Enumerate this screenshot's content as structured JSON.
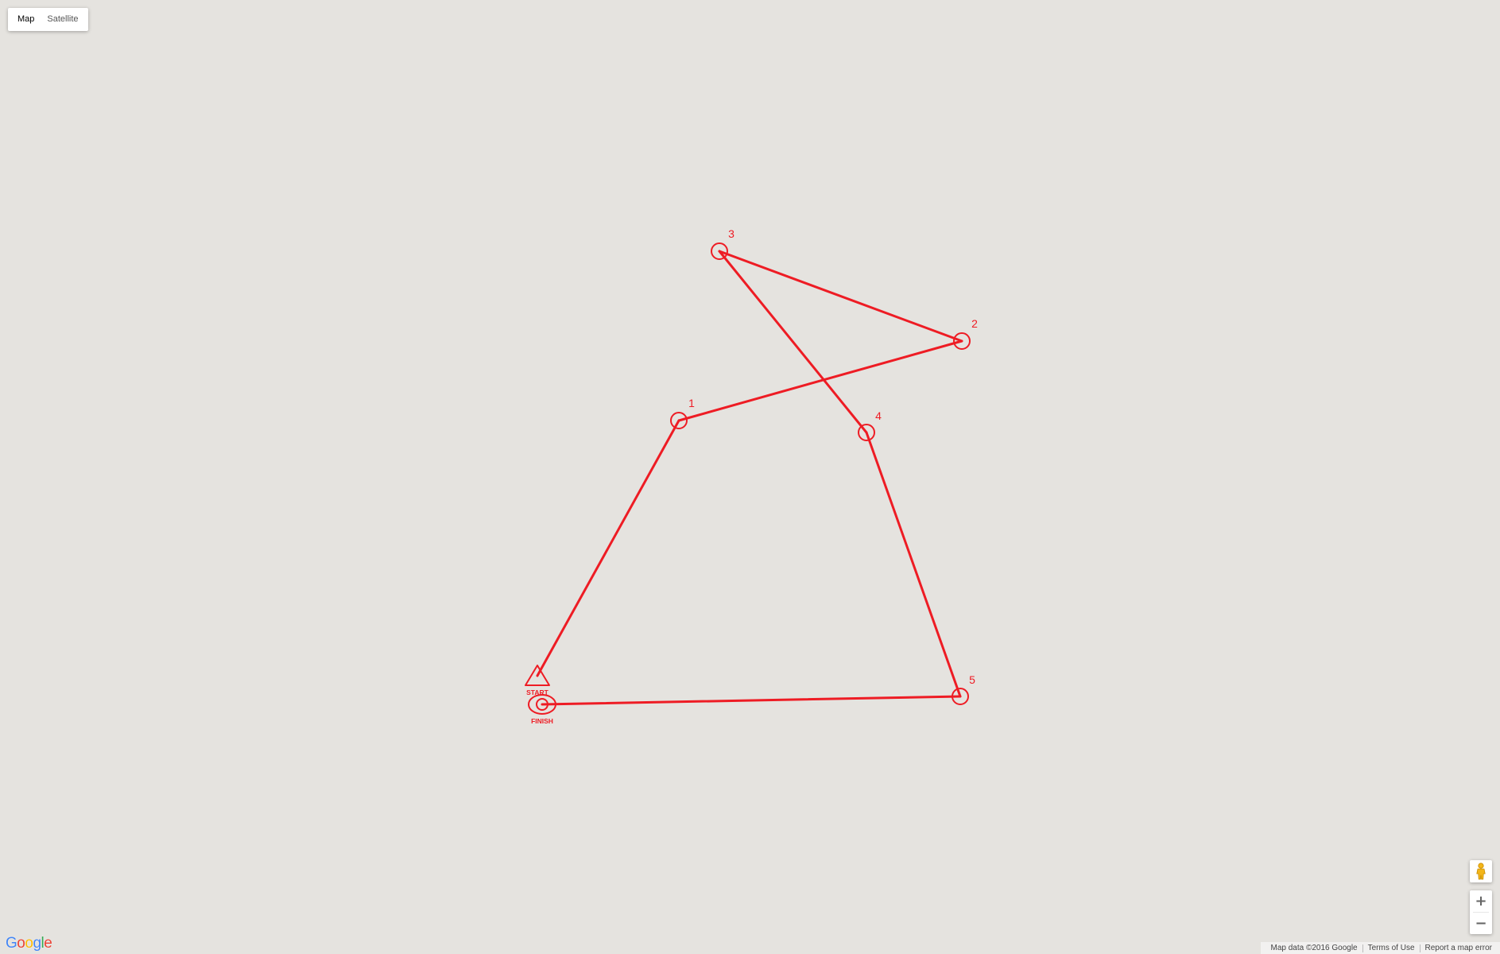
{
  "map": {
    "map_type_control": {
      "options": [
        "Map",
        "Satellite"
      ],
      "selected": "Map"
    },
    "background_color": "#e5e3df",
    "route_color": "#ee1c24"
  },
  "route": {
    "start_label": "START",
    "finish_label": "FINISH",
    "waypoints": [
      {
        "label": "1"
      },
      {
        "label": "2"
      },
      {
        "label": "3"
      },
      {
        "label": "4"
      },
      {
        "label": "5"
      }
    ],
    "order": [
      "START",
      "1",
      "2",
      "3",
      "4",
      "5",
      "FINISH"
    ]
  },
  "controls": {
    "pegman_icon": "pegman-icon",
    "zoom_in_label": "+",
    "zoom_out_label": "−"
  },
  "footer": {
    "logo_letters": [
      "G",
      "o",
      "o",
      "g",
      "l",
      "e"
    ],
    "logo_colors": [
      "#4285f4",
      "#ea4335",
      "#fbbc05",
      "#4285f4",
      "#34a853",
      "#ea4335"
    ],
    "map_data": "Map data ©2016 Google",
    "terms": "Terms of Use",
    "report": "Report a map error"
  }
}
